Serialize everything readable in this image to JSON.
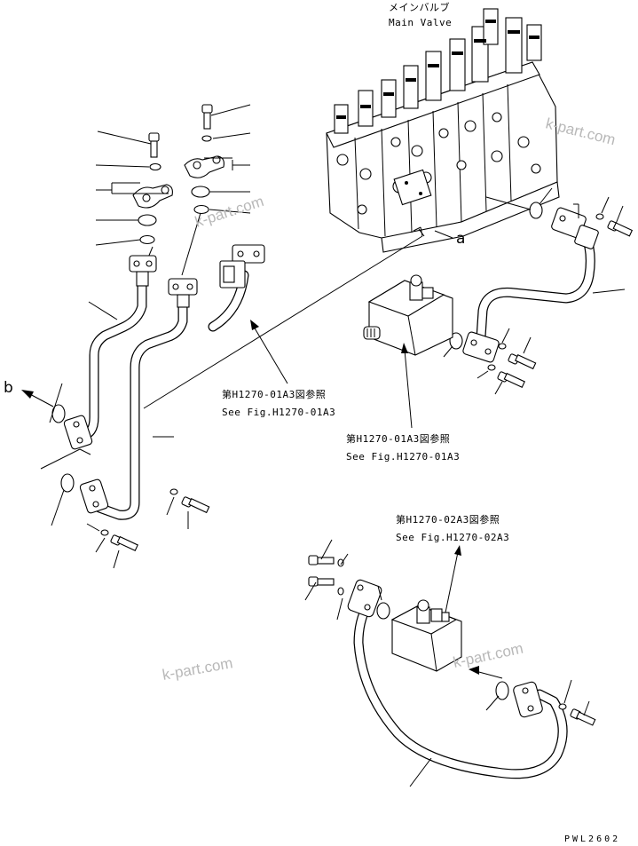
{
  "main_valve": {
    "label_jp": "メインバルブ",
    "label_en": "Main Valve"
  },
  "refs": [
    {
      "jp": "第H1270-01A3図参照",
      "en": "See Fig.H1270-01A3"
    },
    {
      "jp": "第H1270-01A3図参照",
      "en": "See Fig.H1270-01A3"
    },
    {
      "jp": "第H1270-02A3図参照",
      "en": "See Fig.H1270-02A3"
    }
  ],
  "markers": {
    "a": "a",
    "b": "b"
  },
  "watermark": "k-part.com",
  "drawing_code": "PWL2602"
}
